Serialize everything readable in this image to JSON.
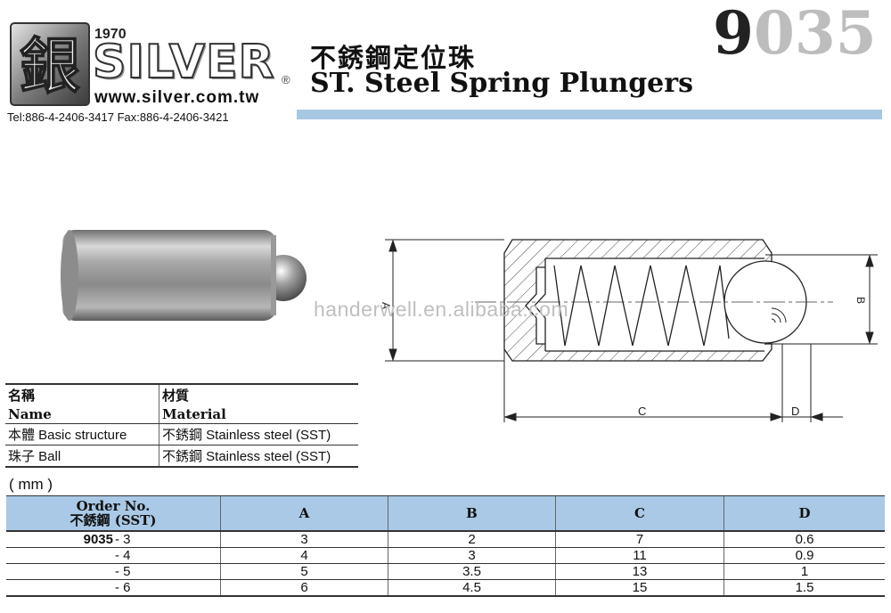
{
  "brand": {
    "year": "1970",
    "name": "SILVER",
    "reg_mark": "®",
    "website": "www.silver.com.tw",
    "contact": "Tel:886-4-2406-3417  Fax:886-4-2406-3421",
    "seal_glyph": "銀"
  },
  "title": {
    "zh": "不銹鋼定位珠",
    "en": "ST. Steel Spring Plungers"
  },
  "model": {
    "bold": "9",
    "faded": "035"
  },
  "colors": {
    "accent_band": "#a8c7e3",
    "table_header": "#a9c9e6"
  },
  "watermark": "handerwell.en.alibaba.com",
  "diagram": {
    "labels": {
      "a": "A",
      "b": "B",
      "c": "C",
      "d": "D"
    }
  },
  "material_table": {
    "headers": {
      "name_zh": "名稱",
      "name_en": "Name",
      "material_zh": "材質",
      "material_en": "Material"
    },
    "rows": [
      {
        "name": "本體 Basic structure",
        "material": "不銹鋼 Stainless steel (SST)"
      },
      {
        "name": "珠子 Ball",
        "material": "不銹鋼 Stainless steel (SST)"
      }
    ]
  },
  "units": "( mm )",
  "dim_table": {
    "headers": {
      "order_line1": "Order No.",
      "order_line2": "不銹鋼 (SST)",
      "a": "A",
      "b": "B",
      "c": "C",
      "d": "D"
    },
    "rows": [
      {
        "code": "9035",
        "suffix": "- 3",
        "a": "3",
        "b": "2",
        "c": "7",
        "d": "0.6"
      },
      {
        "code": "",
        "suffix": "- 4",
        "a": "4",
        "b": "3",
        "c": "11",
        "d": "0.9"
      },
      {
        "code": "",
        "suffix": "- 5",
        "a": "5",
        "b": "3.5",
        "c": "13",
        "d": "1"
      },
      {
        "code": "",
        "suffix": "- 6",
        "a": "6",
        "b": "4.5",
        "c": "15",
        "d": "1.5"
      }
    ]
  }
}
